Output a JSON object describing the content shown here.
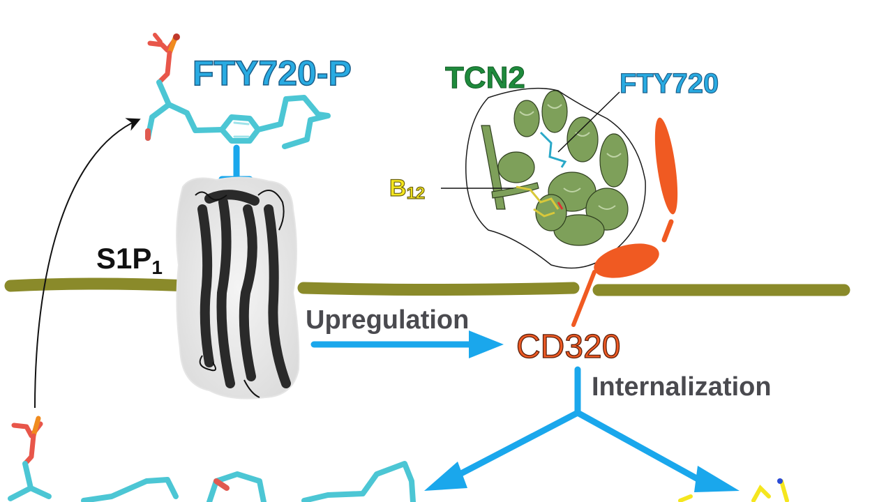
{
  "diagram": {
    "type": "graphical-abstract",
    "labels": {
      "fty720p": "FTY720-P",
      "tcn2": "TCN2",
      "fty720": "FTY720",
      "b12_base": "B",
      "b12_sub": "12",
      "s1p1_base": "S1P",
      "s1p1_sub": "1",
      "upregulation": "Upregulation",
      "cd320": "CD320",
      "internalization": "Internalization"
    },
    "nodes": [
      {
        "id": "fty720p-molecule",
        "kind": "small-molecule stick model",
        "color": "#4cc6d4"
      },
      {
        "id": "s1p1-receptor",
        "kind": "GPCR cartoon with surface",
        "color": "#2b2b2b"
      },
      {
        "id": "tcn2-protein",
        "kind": "protein cartoon",
        "color": "#7ea05a"
      },
      {
        "id": "cd320-receptor",
        "kind": "orange ellipse schematic",
        "color": "#f05a22"
      },
      {
        "id": "membrane",
        "kind": "cell membrane bar",
        "color": "#8a8a2a"
      }
    ],
    "edges": [
      {
        "from": "fty720-bottom",
        "to": "fty720p-molecule",
        "kind": "curved-arrow",
        "color": "#111111"
      },
      {
        "from": "fty720p-molecule",
        "to": "s1p1-receptor",
        "kind": "inhibition-bar",
        "color": "#1aa7ec"
      },
      {
        "from": "s1p1-receptor",
        "to": "cd320-receptor",
        "kind": "arrow",
        "label": "Upregulation",
        "color": "#1aa7ec"
      },
      {
        "from": "cd320-receptor",
        "to": "bottom-left-molecules",
        "kind": "branch-arrow",
        "label": "Internalization",
        "color": "#1aa7ec"
      },
      {
        "from": "cd320-receptor",
        "to": "bottom-right-b12",
        "kind": "branch-arrow",
        "label": "Internalization",
        "color": "#1aa7ec"
      }
    ],
    "colors": {
      "arrow_blue": "#1aa7ec",
      "membrane": "#8a8a2a",
      "cd320_orange": "#f05a22",
      "tcn2_green": "#1e8a3c",
      "fty_blue": "#29abe2",
      "b12_yellow": "#f5e61e",
      "label_gray": "#4a4a4f"
    }
  }
}
